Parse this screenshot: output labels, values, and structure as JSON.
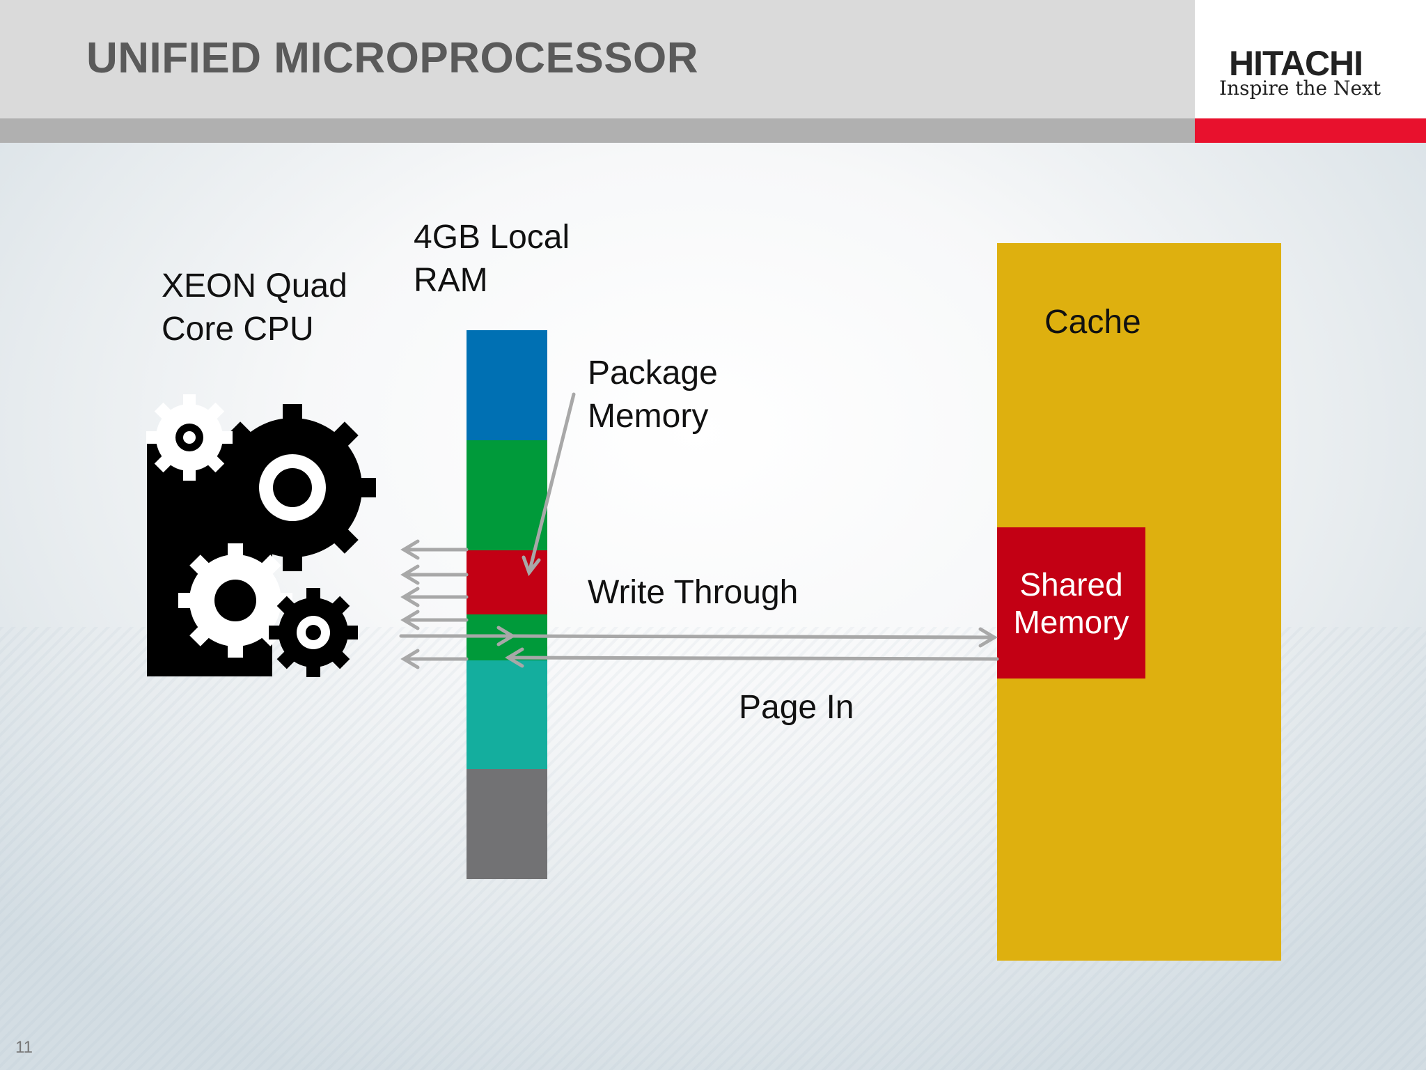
{
  "header": {
    "title": "UNIFIED MICROPROCESSOR",
    "logo_name": "HITACHI",
    "logo_tagline": "Inspire the Next"
  },
  "diagram": {
    "cpu_label_line1": "XEON Quad",
    "cpu_label_line2": "Core CPU",
    "ram_label_line1": "4GB Local",
    "ram_label_line2": "RAM",
    "package_label_line1": "Package",
    "package_label_line2": "Memory",
    "write_through_label": "Write Through",
    "page_in_label": "Page In",
    "cache_label": "Cache",
    "shared_label_line1": "Shared",
    "shared_label_line2": "Memory",
    "ram_segment_colors": [
      "#0070b3",
      "#009a3a",
      "#c30014",
      "#009a3a",
      "#14ae9e",
      "#727274"
    ],
    "arrow_color": "#a8a8a8",
    "cache_color": "#deb00f",
    "shared_color": "#c30014"
  },
  "footer": {
    "page_number": "11"
  }
}
